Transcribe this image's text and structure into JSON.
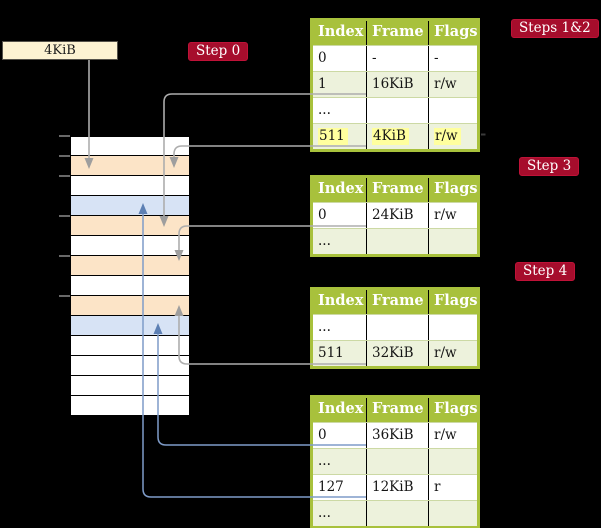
{
  "frame_box": {
    "label": "4KiB"
  },
  "badges": [
    {
      "id": "step0",
      "label": "Step 0"
    },
    {
      "id": "steps12",
      "label": "Steps 1&2"
    },
    {
      "id": "step3",
      "label": "Step 3"
    },
    {
      "id": "step4",
      "label": "Step 4"
    }
  ],
  "memory_stack": {
    "row_colors": [
      "white",
      "peach",
      "white",
      "blue",
      "peach",
      "white",
      "peach",
      "white",
      "peach",
      "blue",
      "white",
      "white",
      "white",
      "white"
    ]
  },
  "tables": [
    {
      "step_label": "Steps 1&2",
      "headers": [
        "Index",
        "Frame",
        "Flags"
      ],
      "rows": [
        [
          "0",
          "-",
          "-"
        ],
        [
          "1",
          "16KiB",
          "r/w"
        ],
        [
          "...",
          "",
          ""
        ],
        [
          "511",
          "4KiB",
          "r/w"
        ]
      ],
      "highlight_row": 3
    },
    {
      "step_label": "Step 3",
      "headers": [
        "Index",
        "Frame",
        "Flags"
      ],
      "rows": [
        [
          "0",
          "24KiB",
          "r/w"
        ],
        [
          "...",
          "",
          ""
        ]
      ],
      "highlight_row": -1
    },
    {
      "step_label": "Step 4",
      "headers": [
        "Index",
        "Frame",
        "Flags"
      ],
      "rows": [
        [
          "...",
          "",
          ""
        ],
        [
          "511",
          "32KiB",
          "r/w"
        ]
      ],
      "highlight_row": -1
    },
    {
      "step_label": "",
      "headers": [
        "Index",
        "Frame",
        "Flags"
      ],
      "rows": [
        [
          "0",
          "36KiB",
          "r/w"
        ],
        [
          "...",
          "",
          ""
        ],
        [
          "127",
          "12KiB",
          "r"
        ],
        [
          "...",
          "",
          ""
        ]
      ],
      "highlight_row": -1
    }
  ],
  "colors": {
    "table-green": "#a8c13c",
    "table-row-green": "#edf2dc",
    "frame-peach": "#fce4c7",
    "frame-blue": "#d7e3f5",
    "box-cream": "#fdf3d2",
    "badge-red": "#a60d2c",
    "highlight-yellow": "#ffff9e",
    "connector-gray": "#adadad",
    "connector-blue": "#7f9cc9"
  }
}
